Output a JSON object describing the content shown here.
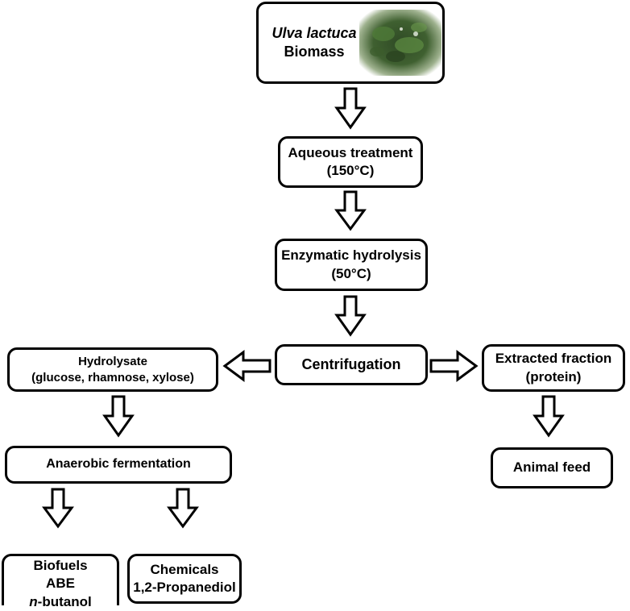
{
  "nodes": {
    "biomass": {
      "species": "Ulva lactuca",
      "label": "Biomass",
      "image": "seaweed-photo"
    },
    "aqueous": {
      "line1": "Aqueous treatment",
      "line2": "(150°C)"
    },
    "enzymatic": {
      "line1": "Enzymatic hydrolysis",
      "line2": "(50°C)"
    },
    "centrifugation": {
      "label": "Centrifugation"
    },
    "hydrolysate": {
      "line1": "Hydrolysate",
      "line2": "(glucose, rhamnose, xylose)"
    },
    "extracted": {
      "line1": "Extracted fraction",
      "line2": "(protein)"
    },
    "anaerobic": {
      "label": "Anaerobic fermentation"
    },
    "animal_feed": {
      "label": "Animal feed"
    },
    "biofuels": {
      "line1": "Biofuels",
      "line2": "ABE",
      "line3_italic": "n",
      "line3_rest": "-butanol"
    },
    "chemicals": {
      "line1": "Chemicals",
      "line2": "1,2-Propanediol"
    }
  },
  "edges": [
    {
      "from": "biomass",
      "to": "aqueous"
    },
    {
      "from": "aqueous",
      "to": "enzymatic"
    },
    {
      "from": "enzymatic",
      "to": "centrifugation"
    },
    {
      "from": "centrifugation",
      "to": "hydrolysate"
    },
    {
      "from": "centrifugation",
      "to": "extracted"
    },
    {
      "from": "hydrolysate",
      "to": "anaerobic"
    },
    {
      "from": "extracted",
      "to": "animal_feed"
    },
    {
      "from": "anaerobic",
      "to": "biofuels"
    },
    {
      "from": "anaerobic",
      "to": "chemicals"
    }
  ]
}
